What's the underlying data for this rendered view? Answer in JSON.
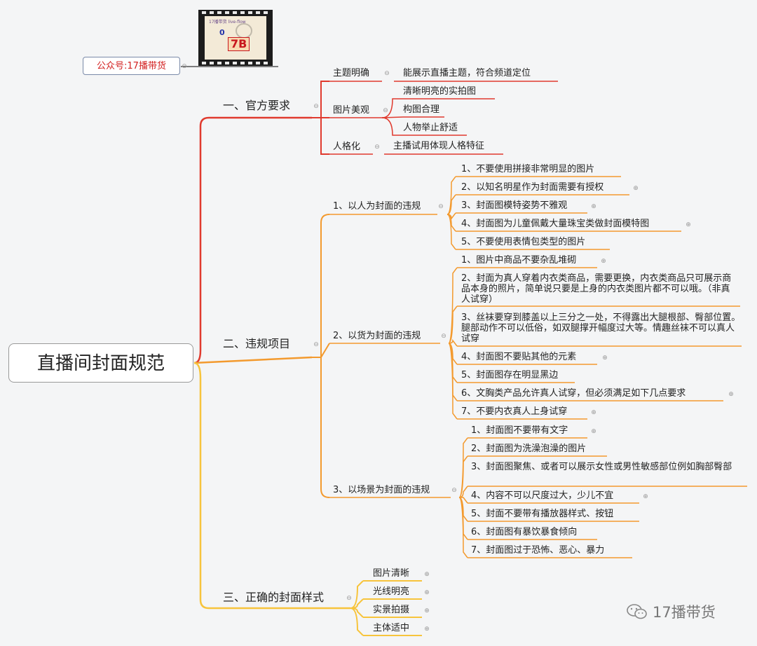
{
  "root": "直播间封面规范",
  "public_label": "公众号:17播带货",
  "watermark": "17播带货",
  "logo": {
    "tagline": "17播带货 live-flow",
    "badge": "7B",
    "zero": "0"
  },
  "colors": {
    "red": "#e03a2e",
    "orange": "#f39a2e",
    "yellow": "#f7c43c"
  },
  "icons": [
    "collapse-icon",
    "expand-icon",
    "film-camera-icon",
    "wechat-icon"
  ],
  "branches": {
    "b1": {
      "label": "一、官方要求",
      "c1": {
        "label": "主题明确",
        "items": [
          "能展示直播主题，符合频道定位"
        ]
      },
      "c2": {
        "label": "图片美观",
        "items": [
          "清晰明亮的实拍图",
          "构图合理",
          "人物举止舒适"
        ]
      },
      "c3": {
        "label": "人格化",
        "items": [
          "主播试用体现人格特征"
        ]
      }
    },
    "b2": {
      "label": "二、违规项目",
      "c1": {
        "label": "1、以人为封面的违规",
        "items": [
          "1、不要使用拼接非常明显的图片",
          "2、以知名明星作为封面需要有授权",
          "3、封面图模特姿势不雅观",
          "4、封面图为儿童佩戴大量珠宝类做封面模特图",
          "5、不要使用表情包类型的图片"
        ]
      },
      "c2": {
        "label": "2、以货为封面的违规",
        "items": [
          "1、图片中商品不要杂乱堆砌",
          "2、封面为真人穿着内衣类商品，需要更换，内衣类商品只可展示商品本身的照片，简单说只要是上身的内衣类图片都不可以哦。（非真人试穿）",
          "3、丝袜要穿到膝盖以上三分之一处，不得露出大腿根部、臀部位置。腿部动作不可以低俗，如双腿撑开幅度过大等。情趣丝袜不可以真人试穿",
          "4、封面图不要贴其他的元素",
          "5、封面图存在明显黑边",
          "6、文胸类产品允许真人试穿，但必须满足如下几点要求",
          "7、不要内衣真人上身试穿"
        ]
      },
      "c3": {
        "label": "3、以场景为封面的违规",
        "items": [
          "1、封面图不要带有文字",
          "2、封面图为洗澡泡澡的图片",
          "3、封面图聚焦、或者可以展示女性或男性敏感部位例如胸部臀部",
          "4、内容不可以尺度过大，少儿不宜",
          "5、封面不要带有播放器样式、按钮",
          "6、封面图有暴饮暴食倾向",
          "7、封面图过于恐怖、恶心、暴力"
        ]
      }
    },
    "b3": {
      "label": "三、正确的封面样式",
      "items": [
        "图片清晰",
        "光线明亮",
        "实景拍摄",
        "主体适中"
      ]
    }
  }
}
